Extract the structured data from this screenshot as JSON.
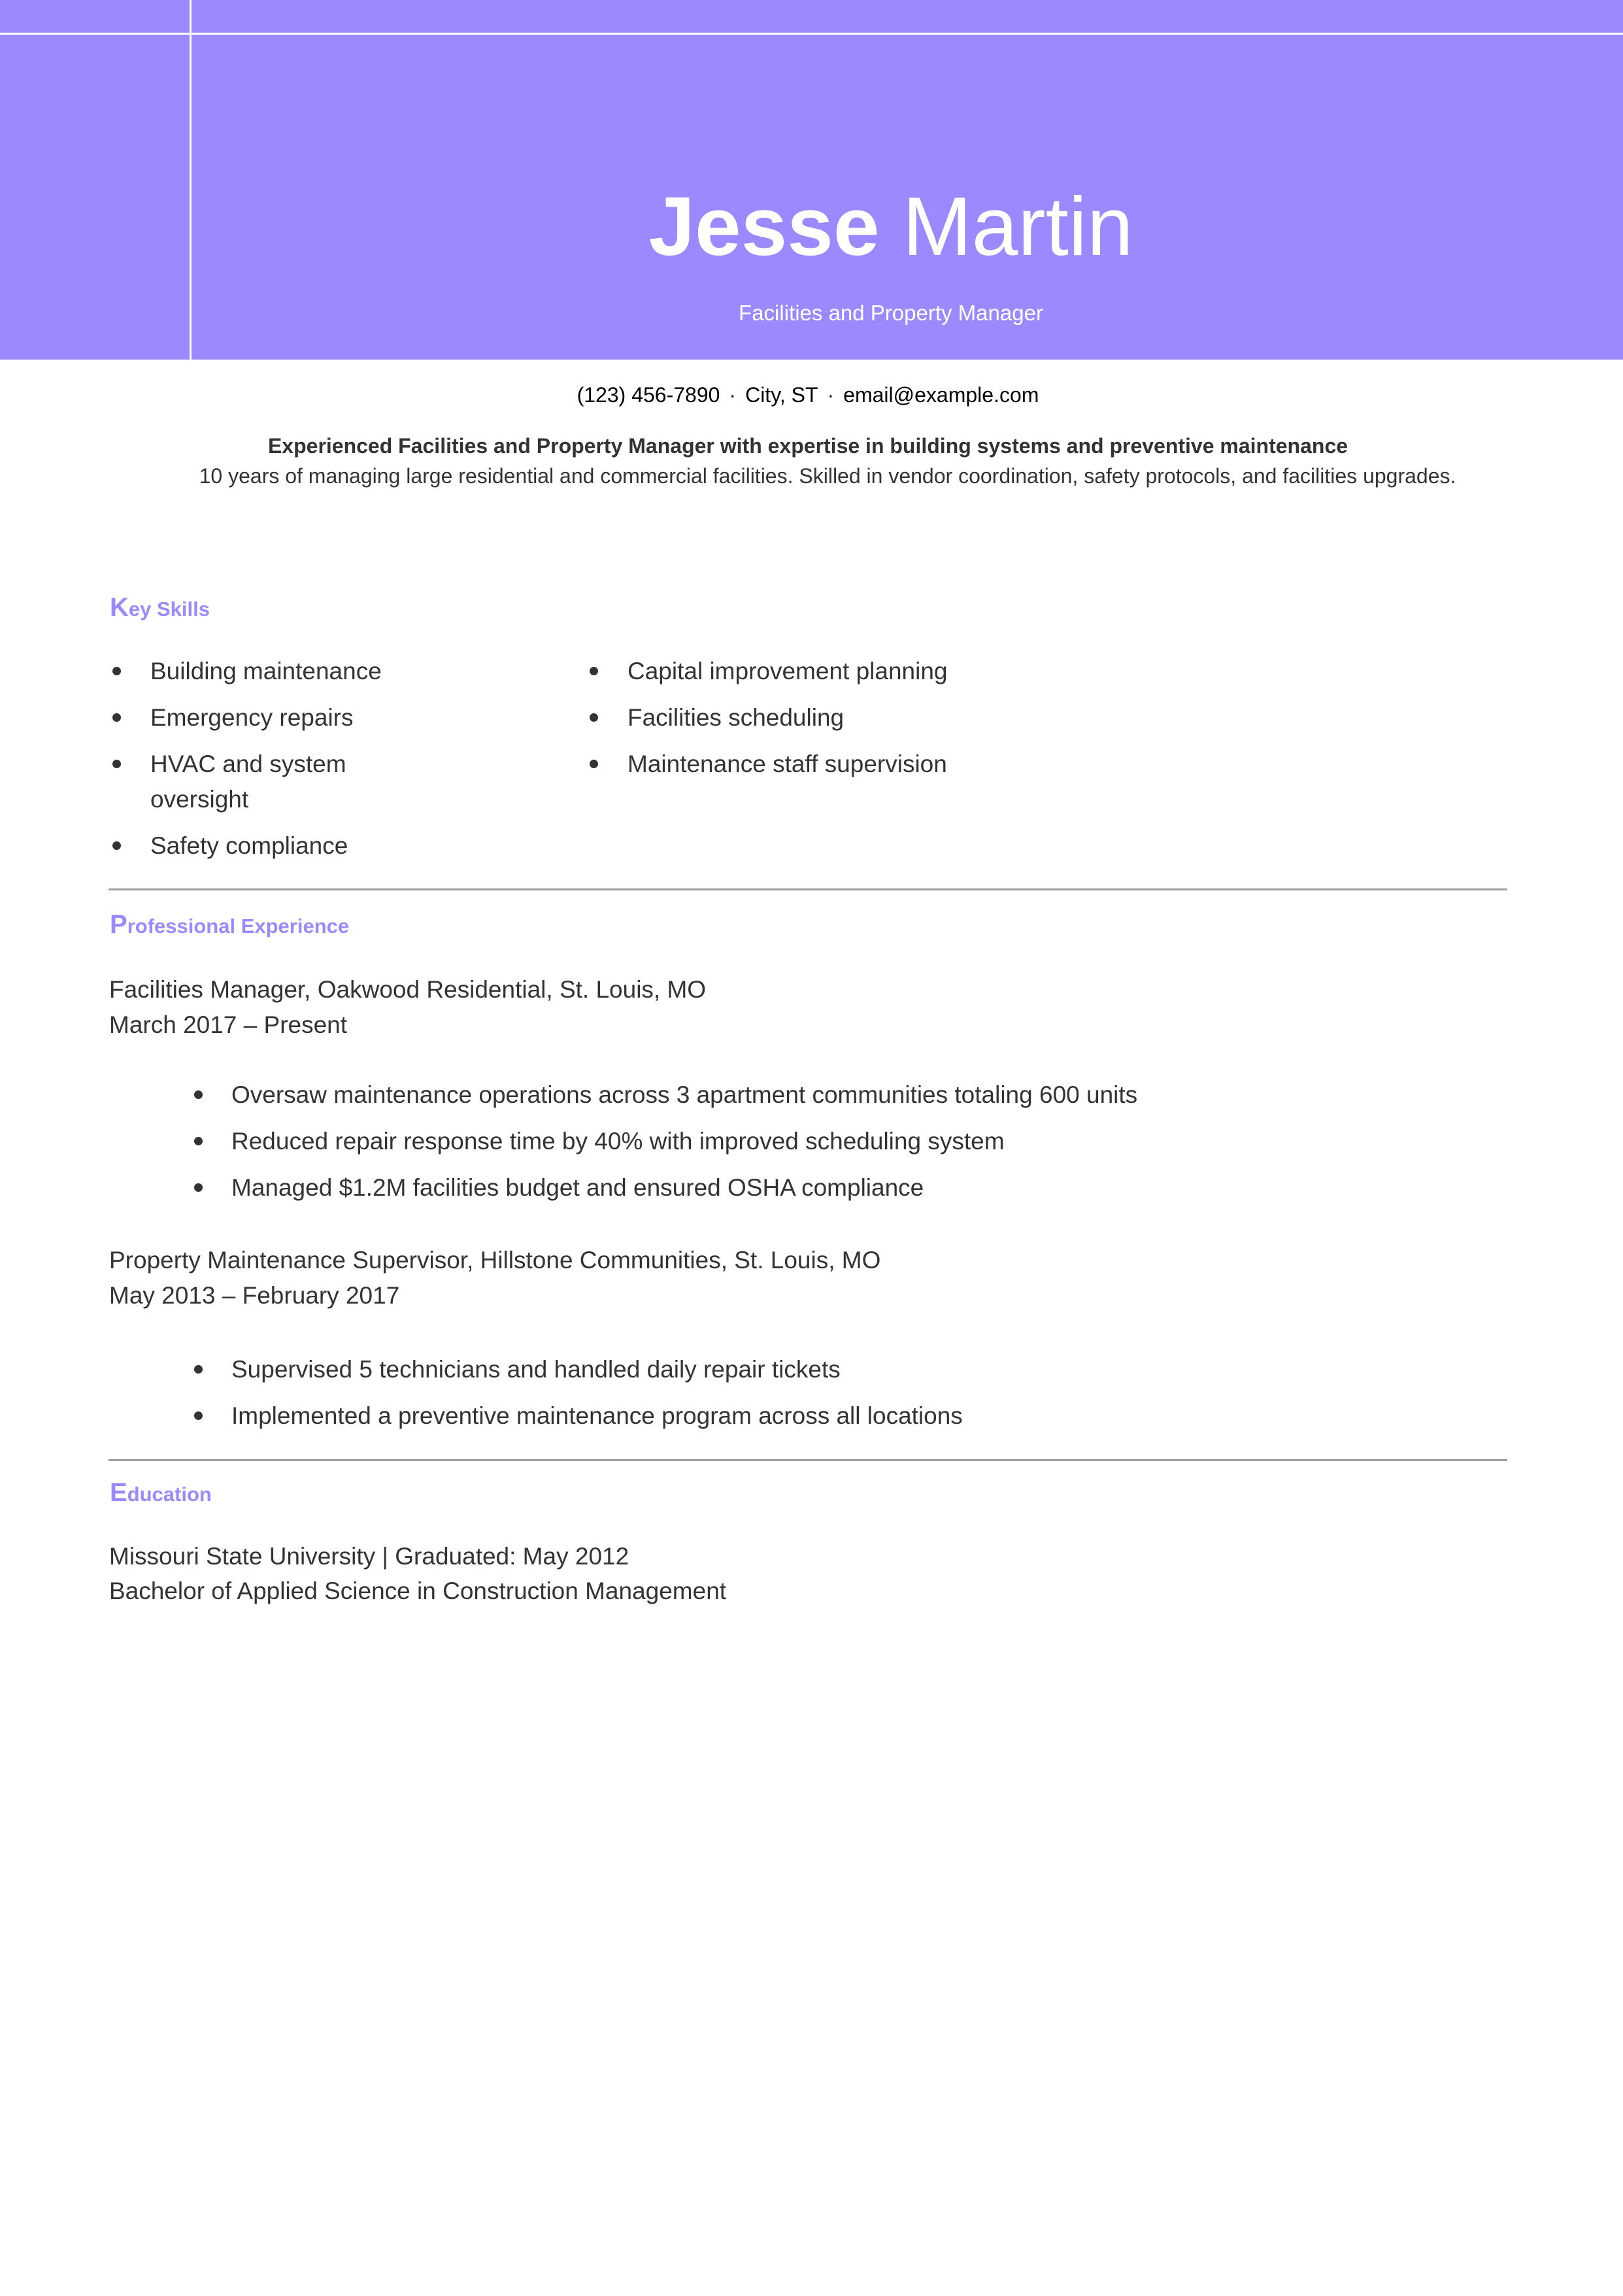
{
  "header": {
    "first_name": "Jesse",
    "last_name": "Martin",
    "title": "Facilities and Property Manager",
    "background_color": "#9a89ff"
  },
  "contact": {
    "phone": "(123) 456-7890",
    "location": "City, ST",
    "email": "email@example.com",
    "separator": "·"
  },
  "summary": {
    "headline": "Experienced Facilities and Property Manager with expertise in building systems and preventive maintenance",
    "body": "10 years of managing large residential and commercial facilities. Skilled in vendor coordination, safety protocols, and facilities upgrades."
  },
  "sections": {
    "skills": {
      "title_first": "K",
      "title_rest": "ey Skills",
      "left": [
        "Building maintenance",
        "Emergency repairs",
        "HVAC and system oversight",
        "Safety compliance"
      ],
      "right": [
        "Capital improvement planning",
        "Facilities scheduling",
        "Maintenance staff supervision"
      ]
    },
    "experience": {
      "title_first": "P",
      "title_rest": "rofessional Experience",
      "jobs": [
        {
          "heading": "Facilities Manager, Oakwood Residential, St. Louis, MO",
          "dates": "March 2017 – Present",
          "bullets": [
            "Oversaw maintenance operations across 3 apartment communities totaling 600 units",
            "Reduced repair response time by 40% with improved scheduling system",
            "Managed $1.2M facilities budget and ensured OSHA compliance"
          ]
        },
        {
          "heading": "Property Maintenance Supervisor, Hillstone Communities, St. Louis, MO",
          "dates": "May 2013 – February 2017",
          "bullets": [
            "Supervised 5 technicians and handled daily repair tickets",
            "Implemented a preventive maintenance program across all locations"
          ]
        }
      ]
    },
    "education": {
      "title_first": "E",
      "title_rest": "ducation",
      "line1": "Missouri State University | Graduated: May 2012",
      "line2": "Bachelor of Applied Science in Construction Management"
    }
  },
  "colors": {
    "accent": "#9a89ff",
    "text": "#333333",
    "divider": "#9c9c9c"
  }
}
